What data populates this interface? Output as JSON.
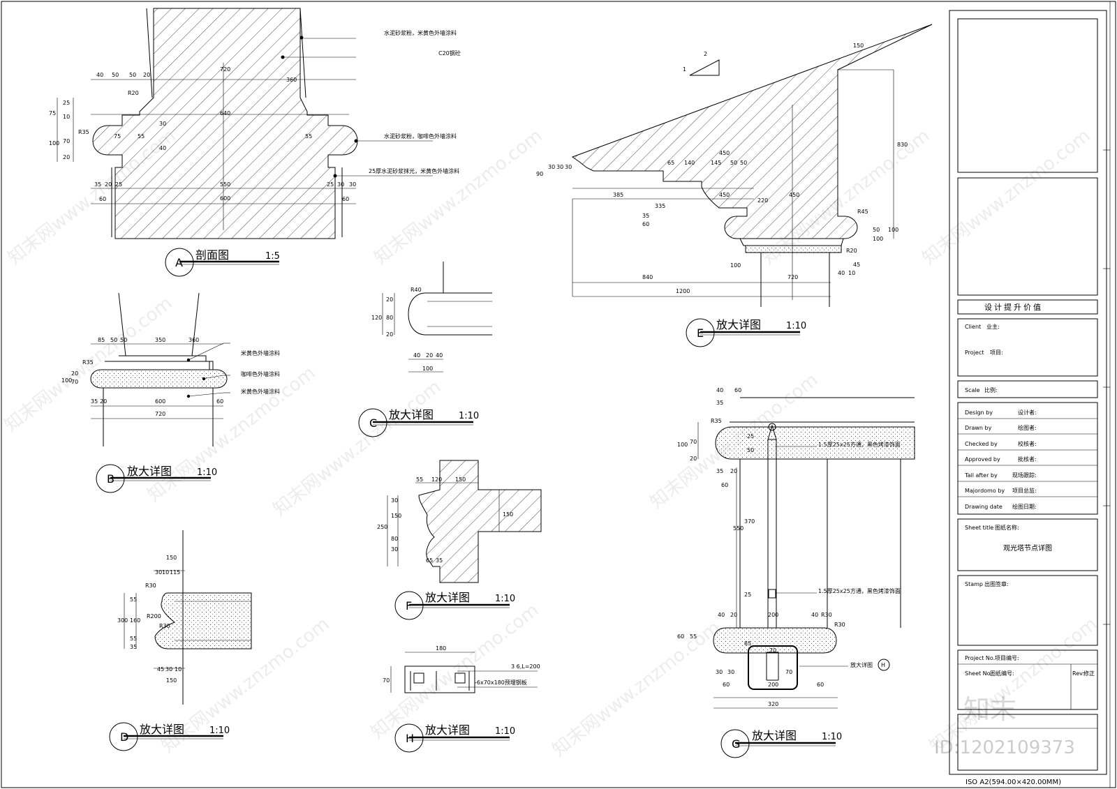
{
  "drawing": {
    "sections": [
      {
        "id": "A",
        "title": "剖面图",
        "scale": "1:5"
      },
      {
        "id": "B",
        "title": "放大详图",
        "scale": "1:10"
      },
      {
        "id": "C",
        "title": "放大详图",
        "scale": "1:10"
      },
      {
        "id": "D",
        "title": "放大详图",
        "scale": "1:10"
      },
      {
        "id": "E",
        "title": "放大详图",
        "scale": "1:10"
      },
      {
        "id": "F",
        "title": "放大详图",
        "scale": "1:10"
      },
      {
        "id": "G",
        "title": "放大详图",
        "scale": "1:10"
      },
      {
        "id": "H",
        "title": "放大详图",
        "scale": "1:10"
      }
    ],
    "notes": {
      "a1": "水泥砂浆粉，米黄色外墙涂料",
      "a2": "C20钢砼",
      "a3": "水泥砂浆粉，咖啡色外墙涂料",
      "a4": "25厚水泥砂浆抹光，米黄色外墙涂料",
      "b1": "米黄色外墙涂料",
      "b2": "咖啡色外墙涂料",
      "b3": "米黄色外墙涂料",
      "g1": "1.5厚25x25方通，黑色烤漆饰面",
      "g2": "1.5厚25x25方通，黑色烤漆饰面",
      "g3": "放大详图",
      "g3id": "H",
      "h1": "3  6,L=200",
      "h2": "-6x70x180预埋钢板"
    },
    "dims": {
      "a_top": [
        "40",
        "50",
        "50",
        "20",
        "720",
        "360"
      ],
      "a_640": "640",
      "a_550": "550",
      "a_600": "600",
      "a_left": [
        "75",
        "25",
        "10",
        "35",
        "100",
        "70",
        "20"
      ],
      "a_bot": [
        "35",
        "20",
        "25",
        "25",
        "30",
        "30",
        "60",
        "60"
      ],
      "a_mid": [
        "75",
        "55",
        "30",
        "40",
        "55",
        "R20",
        "R35"
      ],
      "b_top": [
        "85",
        "50",
        "50",
        "350",
        "360"
      ],
      "b_left": [
        "100",
        "20",
        "70",
        "R35"
      ],
      "b_bot": [
        "35",
        "20",
        "600",
        "60",
        "720"
      ],
      "c": [
        "R40",
        "20",
        "80",
        "20",
        "120",
        "40",
        "20",
        "40",
        "100"
      ],
      "d": [
        "150",
        "30",
        "10",
        "115",
        "R30",
        "55",
        "160",
        "300",
        "R200",
        "R30",
        "55",
        "35",
        "45",
        "30",
        "10",
        "150"
      ],
      "e": [
        "90",
        "30",
        "30",
        "30",
        "385",
        "450",
        "450",
        "65",
        "140",
        "145",
        "50",
        "50",
        "335",
        "35",
        "60",
        "220",
        "R45",
        "50",
        "100",
        "100",
        "R20",
        "40",
        "10",
        "45",
        "840",
        "1200",
        "720",
        "830",
        "100",
        "150",
        "2",
        "1"
      ],
      "f": [
        "55",
        "120",
        "150",
        "30",
        "250",
        "150",
        "80",
        "30",
        "65",
        "35",
        "150"
      ],
      "g": [
        "40",
        "60",
        "35",
        "R35",
        "100",
        "70",
        "20",
        "25",
        "50",
        "35",
        "20",
        "60",
        "550",
        "370",
        "25",
        "25",
        "200",
        "40",
        "20",
        "40",
        "R30",
        "60",
        "55",
        "85",
        "70",
        "30",
        "30",
        "70",
        "60",
        "60",
        "200",
        "320",
        "35"
      ],
      "h": [
        "180",
        "70"
      ]
    }
  },
  "title_block": {
    "heading": "设计提升价值",
    "client_en": "Client",
    "client_cn": "业主:",
    "project_en": "Project",
    "project_cn": "项目:",
    "scale_en": "Scale",
    "scale_cn": "比例:",
    "rows": [
      {
        "en": "Design by",
        "cn": "设计者:"
      },
      {
        "en": "Drawn by",
        "cn": "绘图者:"
      },
      {
        "en": "Checked by",
        "cn": "校核者:"
      },
      {
        "en": "Approved by",
        "cn": "批核者:"
      },
      {
        "en": "Tail after by",
        "cn": "现场跟踪:"
      },
      {
        "en": "Majordomo by",
        "cn": "项目总监:"
      },
      {
        "en": "Drawing date",
        "cn": "绘图日期:"
      }
    ],
    "sheet_title_en": "Sheet title",
    "sheet_title_cn": "图纸名称:",
    "sheet_title_value": "观光塔节点详图",
    "stamp_en": "Stamp",
    "stamp_cn": "出图签章:",
    "project_no_en": "Project No.",
    "project_no_cn": "项目编号:",
    "sheet_no_en": "Sheet No.",
    "sheet_no_cn": "图纸编号:",
    "rev_en": "Rev:",
    "rev_cn": "修正",
    "paper": "ISO A2(594.00×420.00MM)"
  },
  "watermark": {
    "text": "知末网www.znzmo.com",
    "brand": "知末",
    "id": "ID:1202109373"
  }
}
